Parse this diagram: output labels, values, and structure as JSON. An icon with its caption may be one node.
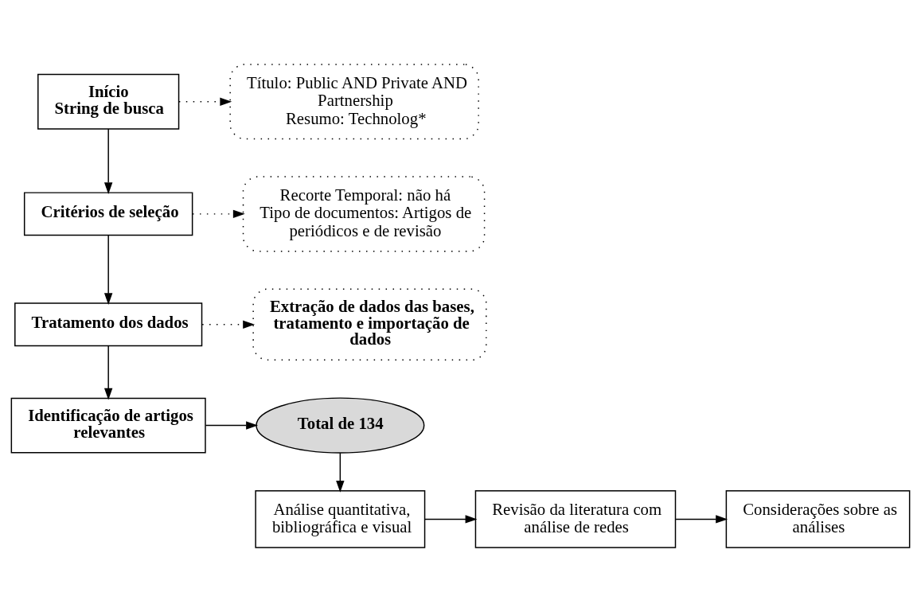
{
  "diagram": {
    "nodes": [
      {
        "text": [
          "Início",
          "String de busca"
        ]
      },
      {
        "text": [
          "Título: Public AND Private AND Partnership",
          "Resumo: Technolog*"
        ]
      },
      {
        "text": [
          "Critérios de seleção"
        ]
      },
      {
        "text": [
          "Recorte Temporal: não há",
          "Tipo de documentos: Artigos de periódicos e de revisão"
        ]
      },
      {
        "text": [
          "Tratamento dos dados"
        ]
      },
      {
        "text": [
          "Extração de dados das bases, tratamento e importação de dados"
        ]
      },
      {
        "text": [
          "Identificação de artigos relevantes"
        ]
      },
      {
        "text": [
          "Total de 134"
        ]
      },
      {
        "text": [
          "Análise quantitativa, bibliográfica e visual"
        ]
      },
      {
        "text": [
          "Revisão da literatura com análise de redes"
        ]
      },
      {
        "text": [
          "Considerações sobre as análises"
        ]
      }
    ],
    "edges": [
      {
        "from": 0,
        "to": 1,
        "arrow": "to",
        "style": "dashed"
      },
      {
        "from": 0,
        "to": 2,
        "arrow": "to"
      },
      {
        "from": 2,
        "to": 3,
        "arrow": "to",
        "style": "dashed"
      },
      {
        "from": 2,
        "to": 4,
        "arrow": "to"
      },
      {
        "from": 4,
        "to": 5,
        "arrow": "to",
        "style": "dashed"
      },
      {
        "from": 4,
        "to": 6,
        "arrow": "to"
      },
      {
        "from": 6,
        "to": 7,
        "arrow": "to"
      },
      {
        "from": 7,
        "to": 8,
        "arrow": "to"
      },
      {
        "from": 8,
        "to": 9,
        "arrow": "to"
      },
      {
        "from": 9,
        "to": 10,
        "arrow": "to"
      }
    ]
  }
}
